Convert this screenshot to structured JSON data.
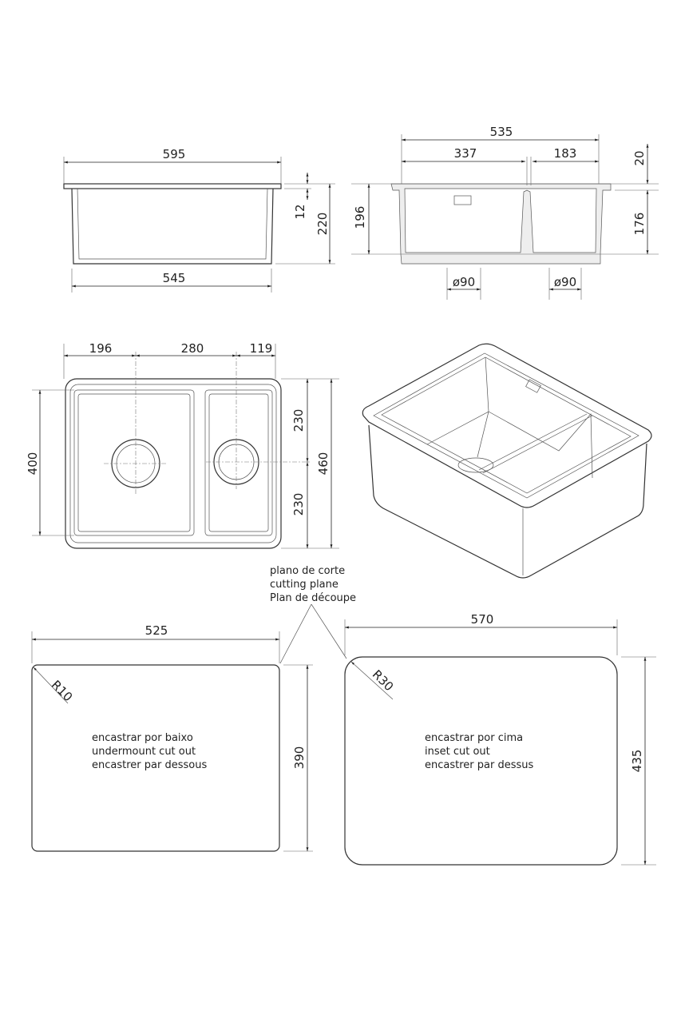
{
  "front_view": {
    "overall_width": "595",
    "body_width": "545",
    "rim_thickness": "12",
    "height": "220"
  },
  "section_view": {
    "overall_width": "535",
    "large_bowl_width": "337",
    "small_bowl_width": "183",
    "rim_height": "20",
    "bowl_depth": "176",
    "total_depth": "196",
    "drain_large": "ø90",
    "drain_small": "ø90"
  },
  "plan_view": {
    "large_drain_offset": "196",
    "drain_spacing": "280",
    "small_drain_offset": "119",
    "inner_depth": "400",
    "half_top": "230",
    "half_bottom": "230",
    "overall_depth": "460"
  },
  "cutting_plane": {
    "line1": "plano de corte",
    "line2": "cutting plane",
    "line3": "Plan de découpe"
  },
  "undermount_cutout": {
    "width": "525",
    "height": "390",
    "radius": "R10",
    "label1": "encastrar por baixo",
    "label2": "undermount cut out",
    "label3": "encastrer par dessous"
  },
  "inset_cutout": {
    "width": "570",
    "height": "435",
    "radius": "R30",
    "label1": "encastrar por cima",
    "label2": "inset cut out",
    "label3": "encastrer par dessus"
  }
}
